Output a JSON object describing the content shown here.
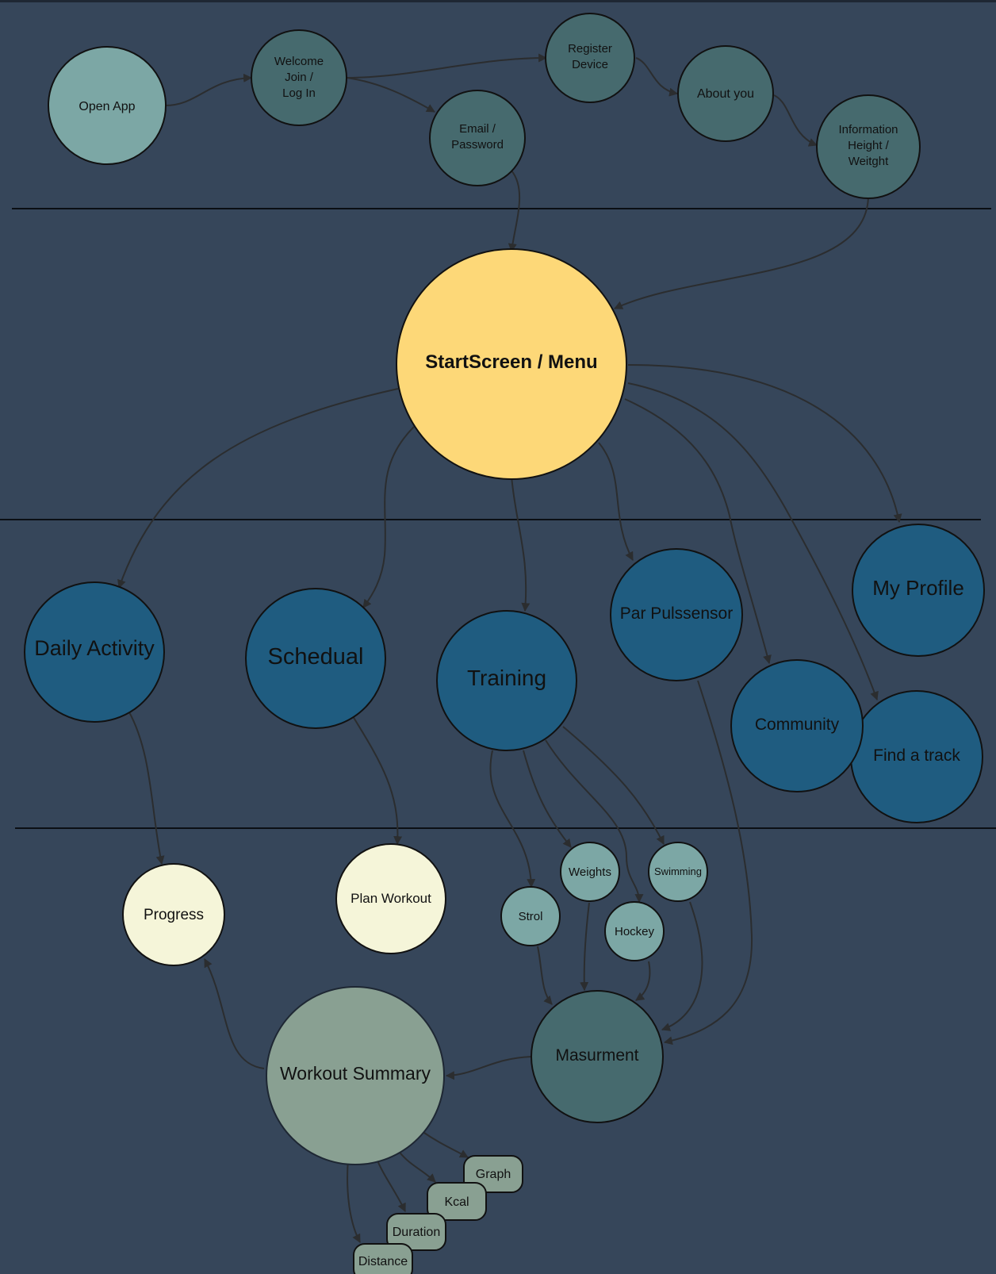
{
  "colors": {
    "background": "#36465a",
    "node_teal_dark": "#466a6e",
    "node_teal_light": "#7ca7a5",
    "node_yellow": "#fdd878",
    "node_blue": "#1f5c80",
    "node_cream": "#f5f5d9",
    "node_gray": "#89a092",
    "edge": "#2b2d2f",
    "divider": "#0b0f14"
  },
  "nodes": {
    "open_app": "Open App",
    "welcome": [
      "Welcome",
      "Join /",
      "Log In"
    ],
    "email_password": [
      "Email /",
      "Password"
    ],
    "register_device": [
      "Register",
      "Device"
    ],
    "about_you": "About you",
    "information": [
      "Information",
      "Height /",
      "Weitght"
    ],
    "start_screen": "StartScreen / Menu",
    "daily_activity": "Daily Activity",
    "schedual": "Schedual",
    "training": "Training",
    "par_pulssensor": "Par Pulssensor",
    "my_profile": "My Profile",
    "community": "Community",
    "find_a_track": "Find a track",
    "progress": "Progress",
    "plan_workout": "Plan Workout",
    "strol": "Strol",
    "weights": "Weights",
    "swimming": "Swimming",
    "hockey": "Hockey",
    "masurment": "Masurment",
    "workout_summary": "Workout Summary",
    "graph": "Graph",
    "kcal": "Kcal",
    "duration": "Duration",
    "distance": "Distance"
  }
}
